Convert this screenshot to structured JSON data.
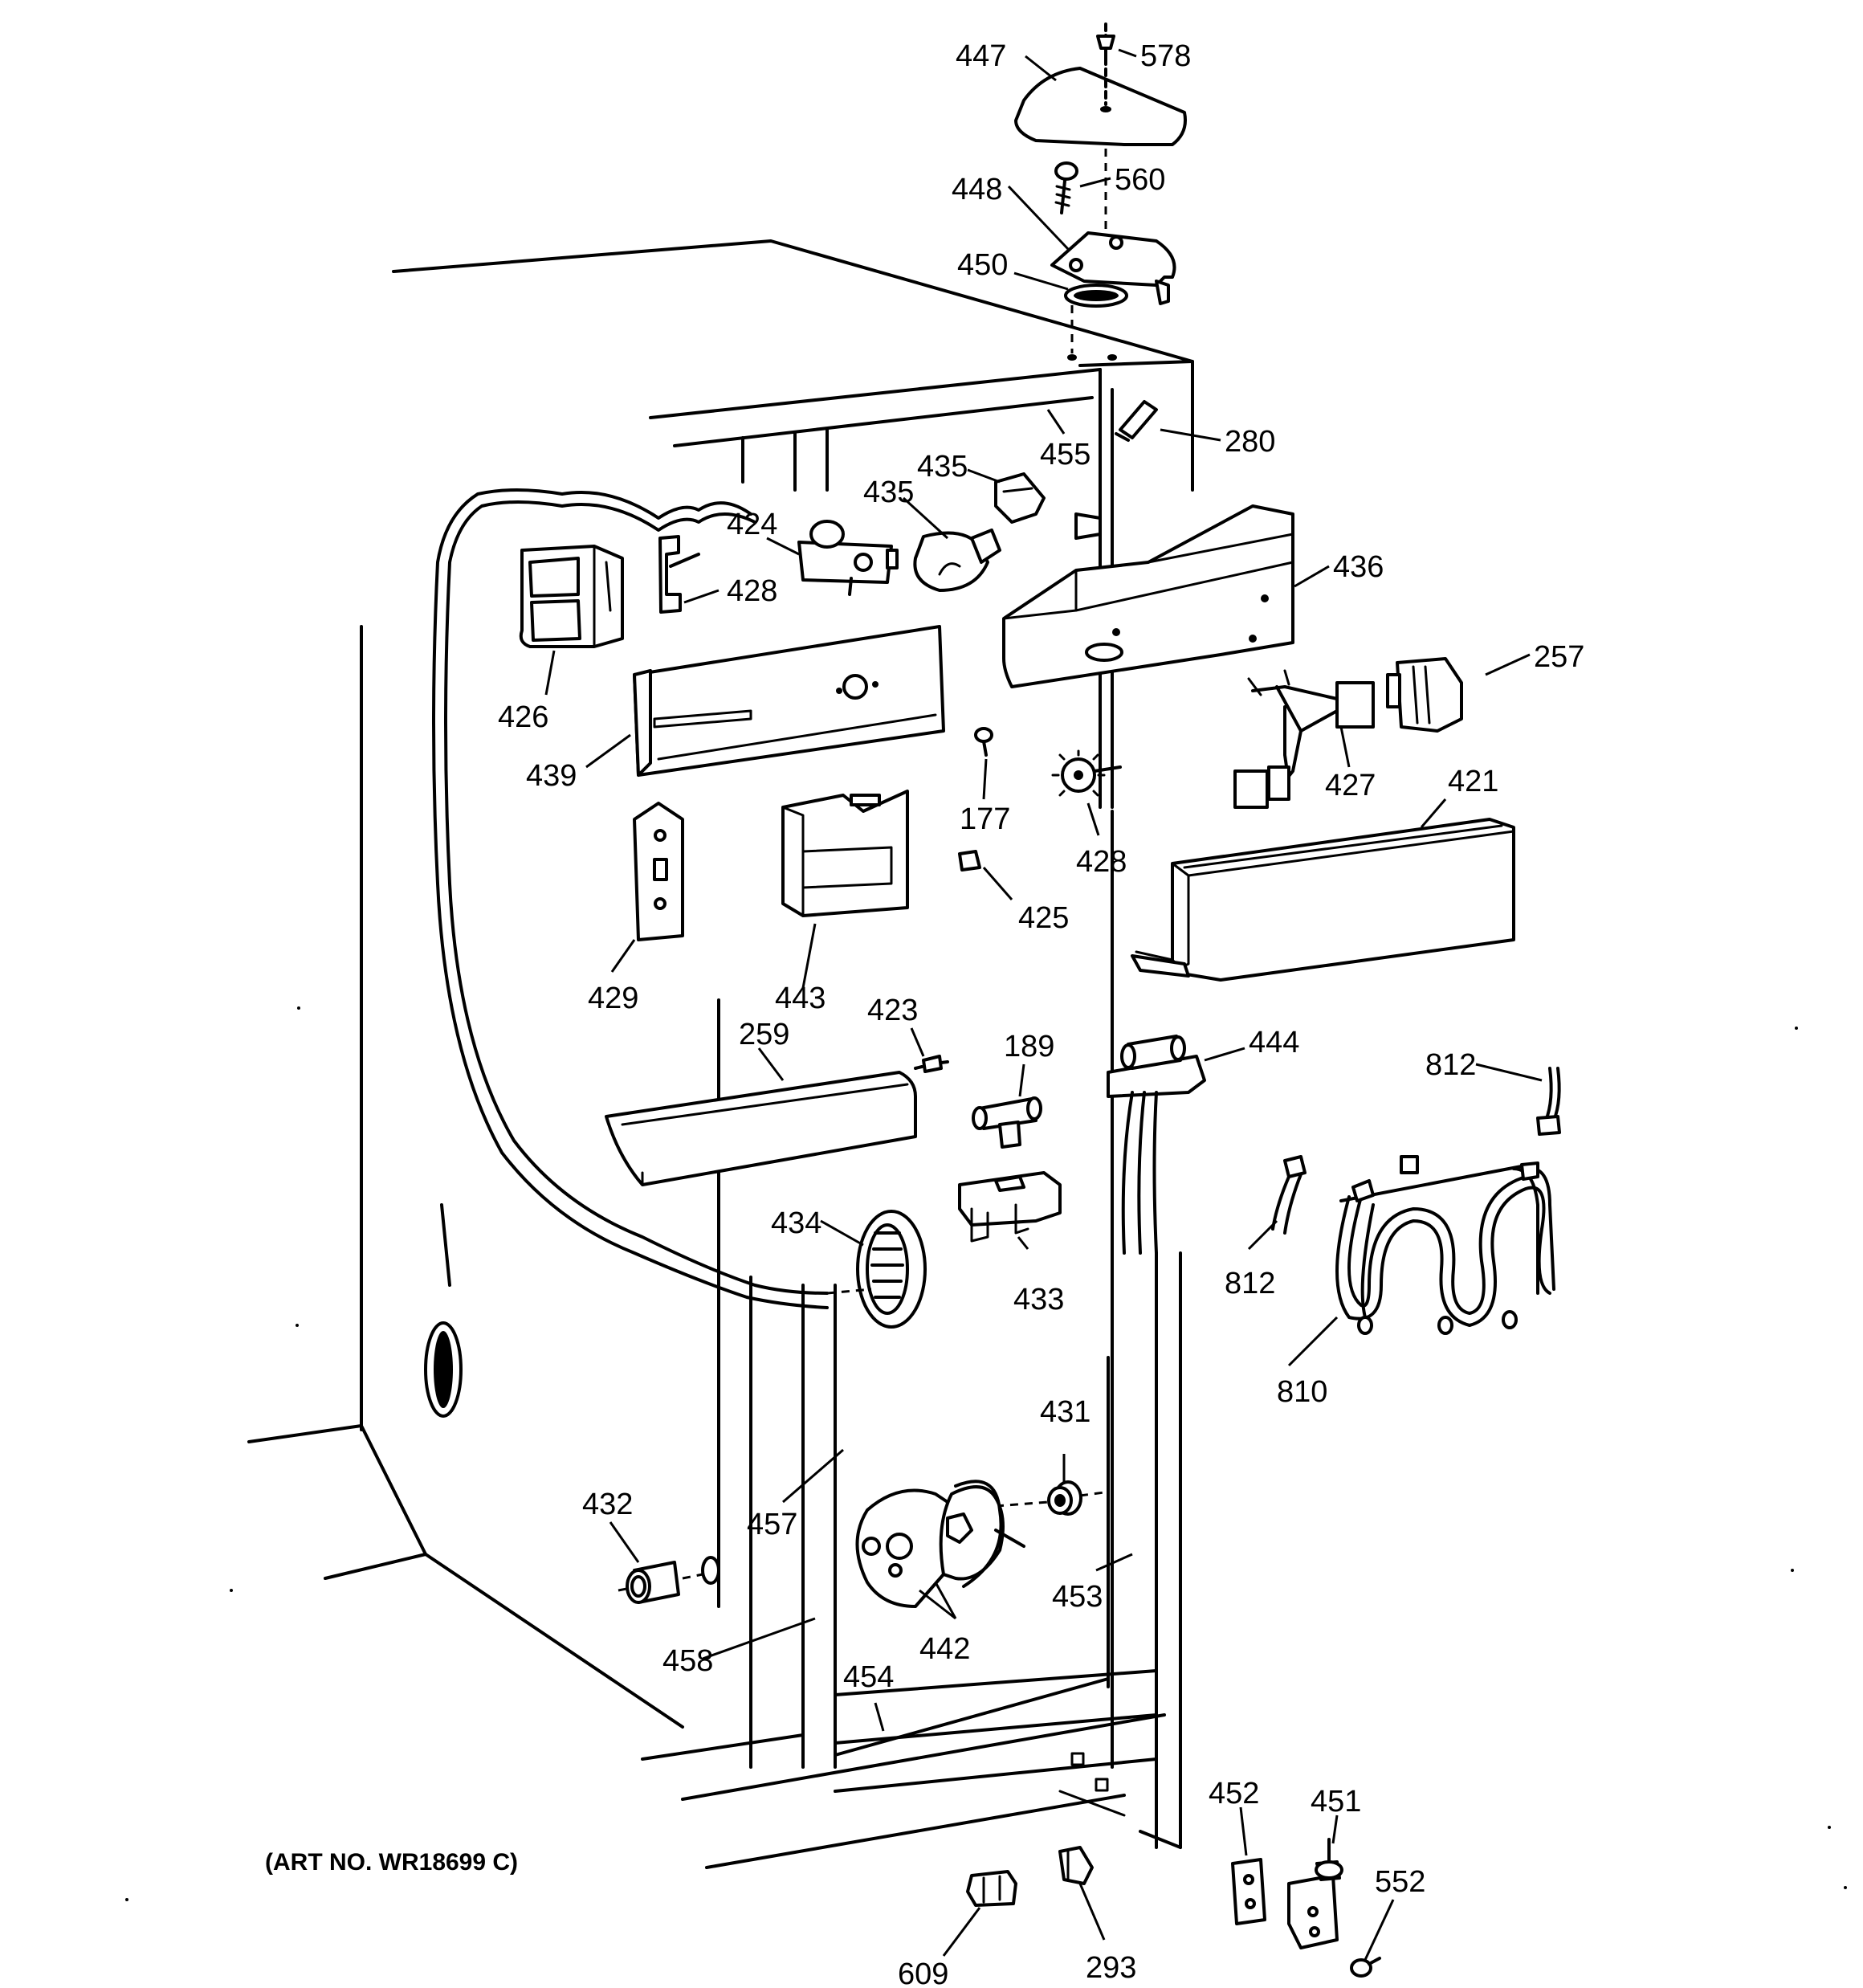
{
  "art_number": "(ART NO. WR18699 C)",
  "callouts": [
    {
      "id": "c578",
      "text": "578"
    },
    {
      "id": "c447",
      "text": "447"
    },
    {
      "id": "c560",
      "text": "560"
    },
    {
      "id": "c448",
      "text": "448"
    },
    {
      "id": "c450",
      "text": "450"
    },
    {
      "id": "c280",
      "text": "280"
    },
    {
      "id": "c455",
      "text": "455"
    },
    {
      "id": "c435a",
      "text": "435"
    },
    {
      "id": "c435b",
      "text": "435"
    },
    {
      "id": "c424",
      "text": "424"
    },
    {
      "id": "c428a",
      "text": "428"
    },
    {
      "id": "c436",
      "text": "436"
    },
    {
      "id": "c426",
      "text": "426"
    },
    {
      "id": "c439",
      "text": "439"
    },
    {
      "id": "c257",
      "text": "257"
    },
    {
      "id": "c427",
      "text": "427"
    },
    {
      "id": "c421",
      "text": "421"
    },
    {
      "id": "c177",
      "text": "177"
    },
    {
      "id": "c428b",
      "text": "428"
    },
    {
      "id": "c425",
      "text": "425"
    },
    {
      "id": "c429",
      "text": "429"
    },
    {
      "id": "c443",
      "text": "443"
    },
    {
      "id": "c423",
      "text": "423"
    },
    {
      "id": "c189",
      "text": "189"
    },
    {
      "id": "c444",
      "text": "444"
    },
    {
      "id": "c259",
      "text": "259"
    },
    {
      "id": "c812a",
      "text": "812"
    },
    {
      "id": "c434",
      "text": "434"
    },
    {
      "id": "c433",
      "text": "433"
    },
    {
      "id": "c812b",
      "text": "812"
    },
    {
      "id": "c810",
      "text": "810"
    },
    {
      "id": "c431",
      "text": "431"
    },
    {
      "id": "c432",
      "text": "432"
    },
    {
      "id": "c457",
      "text": "457"
    },
    {
      "id": "c453",
      "text": "453"
    },
    {
      "id": "c442",
      "text": "442"
    },
    {
      "id": "c458",
      "text": "458"
    },
    {
      "id": "c454",
      "text": "454"
    },
    {
      "id": "c452",
      "text": "452"
    },
    {
      "id": "c451",
      "text": "451"
    },
    {
      "id": "c552",
      "text": "552"
    },
    {
      "id": "c609",
      "text": "609"
    },
    {
      "id": "c293",
      "text": "293"
    }
  ]
}
